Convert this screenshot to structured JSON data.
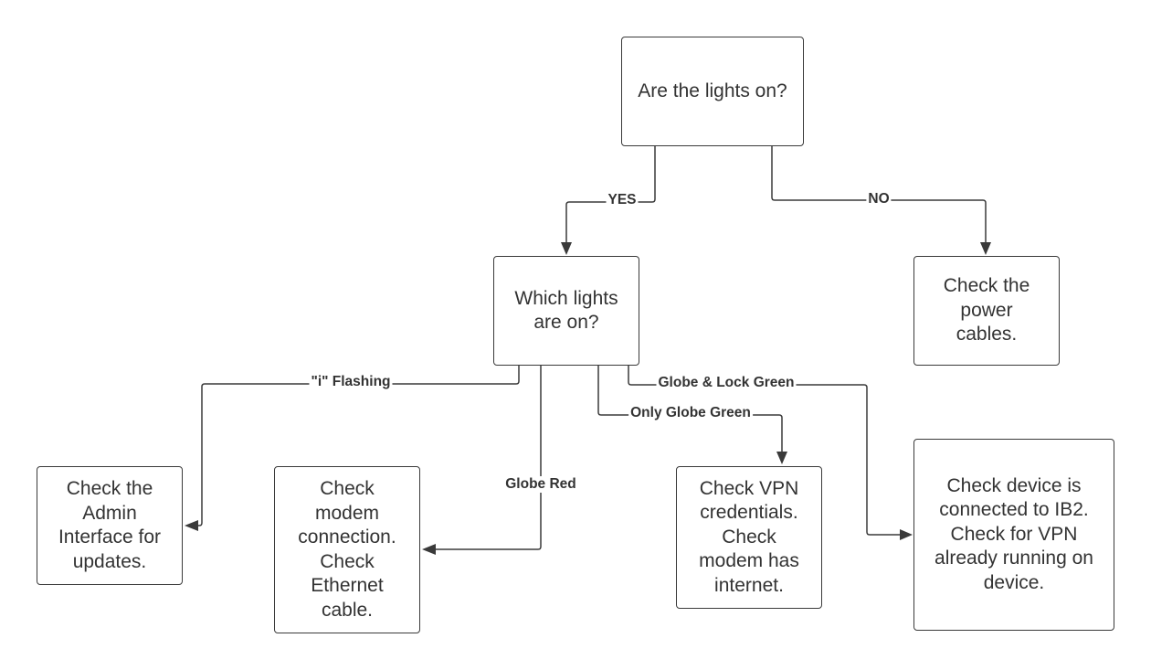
{
  "diagram": {
    "nodes": {
      "lights_on": "Are the lights on?",
      "which_lights": "Which lights\nare on?",
      "power_cables": "Check the\npower\ncables.",
      "admin_interface": "Check the\nAdmin\nInterface for\nupdates.",
      "modem_connection": "Check\nmodem\nconnection.\nCheck\nEthernet\ncable.",
      "vpn_credentials": "Check VPN\ncredentials.\nCheck\nmodem has\ninternet.",
      "device_connected": "Check device is\nconnected to IB2.\nCheck for VPN\nalready running on\ndevice."
    },
    "edges": {
      "yes": "YES",
      "no": "NO",
      "i_flashing": "\"i\" Flashing",
      "globe_red": "Globe Red",
      "only_globe_green": "Only Globe Green",
      "globe_lock_green": "Globe & Lock Green"
    },
    "colors": {
      "stroke": "#3a3a3a",
      "text": "#333333",
      "background": "#ffffff"
    }
  }
}
